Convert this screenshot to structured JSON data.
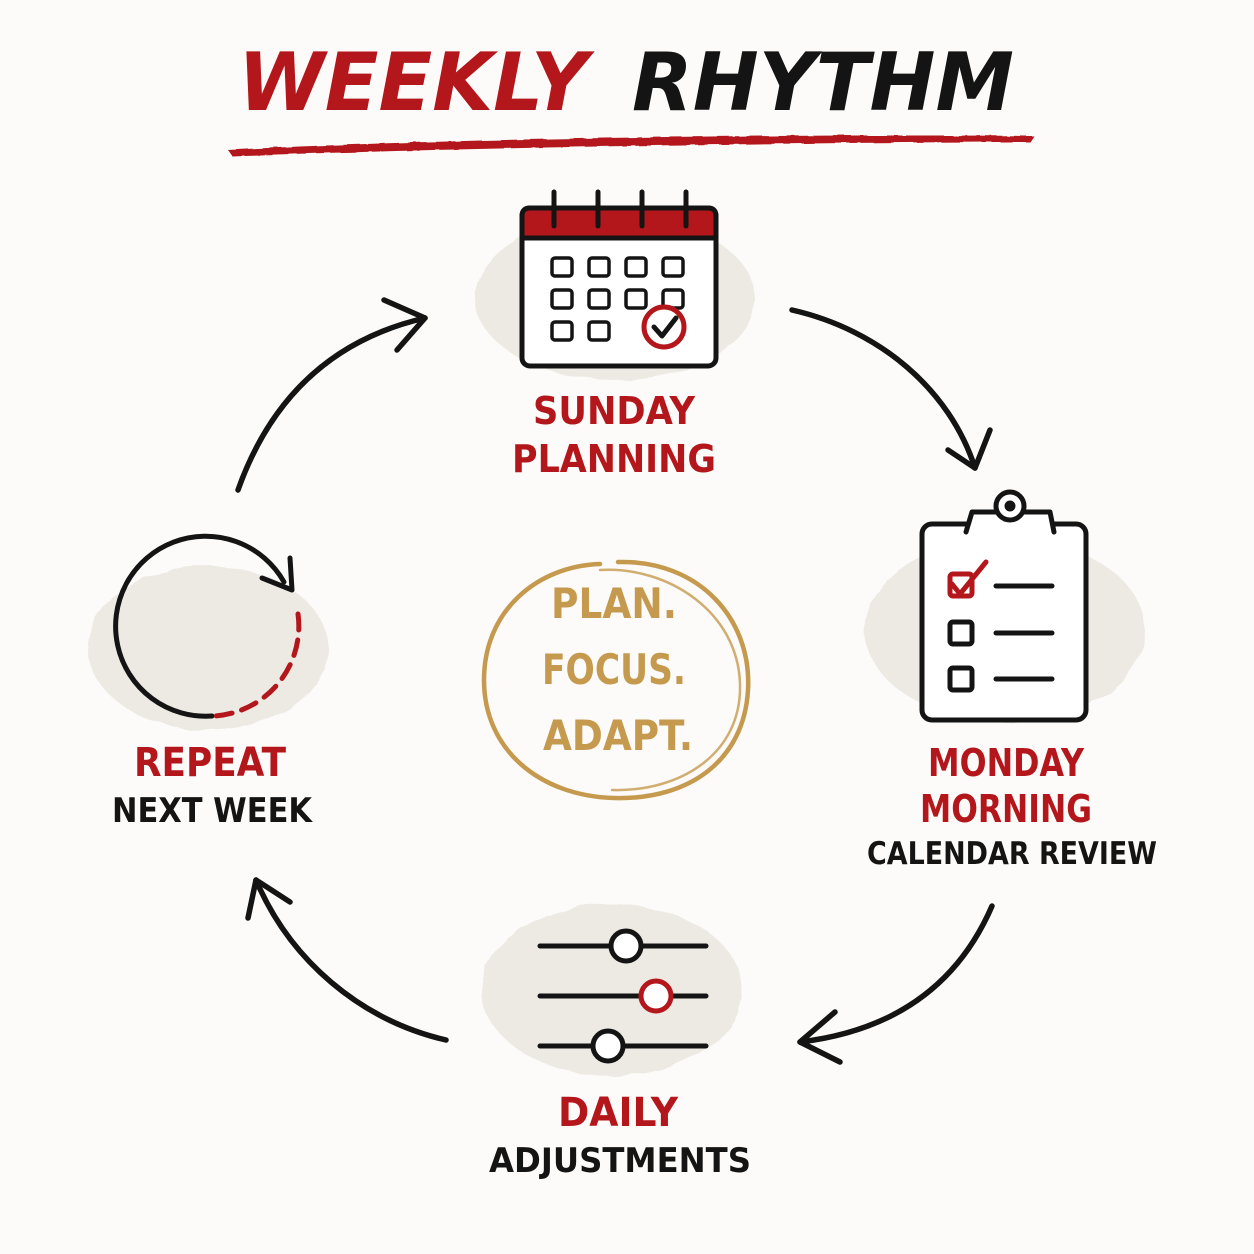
{
  "title": {
    "part1": "WEEKLY",
    "part2": "RHYTHM"
  },
  "center_motto": {
    "lines": [
      "PLAN.",
      "FOCUS.",
      "ADAPT."
    ]
  },
  "steps": [
    {
      "id": "sunday",
      "line1": "SUNDAY",
      "line2": "PLANNING",
      "icon": "calendar-icon"
    },
    {
      "id": "monday",
      "line1": "MONDAY",
      "line2": "MORNING",
      "line3": "CALENDAR REVIEW",
      "icon": "clipboard-checklist-icon"
    },
    {
      "id": "daily",
      "line1": "DAILY",
      "line2": "ADJUSTMENTS",
      "icon": "sliders-icon"
    },
    {
      "id": "repeat",
      "line1": "REPEAT",
      "line2": "NEXT WEEK",
      "icon": "repeat-cycle-icon"
    }
  ],
  "colors": {
    "red": "#b3161b",
    "black": "#141414",
    "gold": "#c59a4e",
    "brush": "#e9e5de"
  }
}
